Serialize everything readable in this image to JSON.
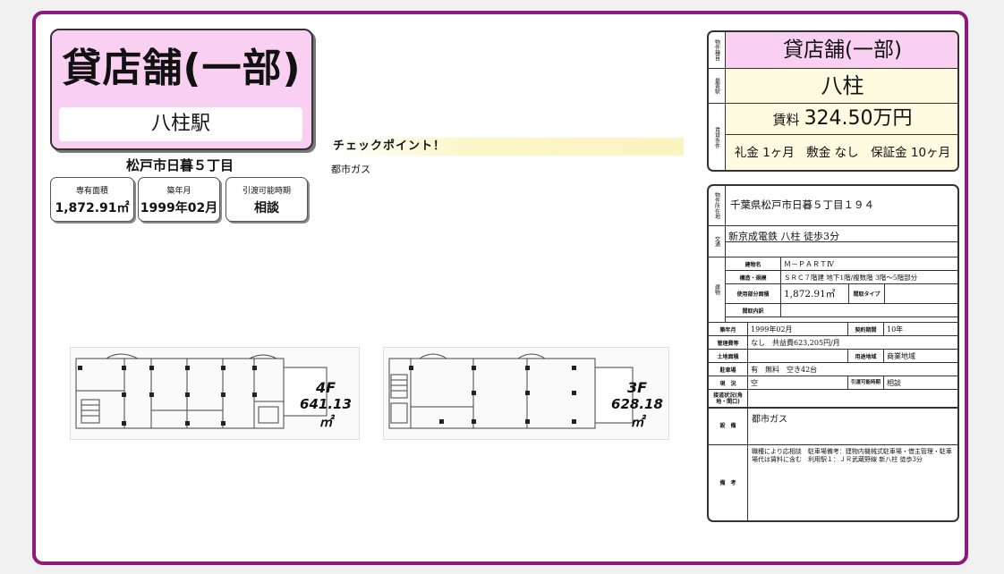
{
  "header": {
    "property_type": "貸店舗(一部)",
    "station": "八柱駅",
    "address": "松戸市日暮５丁目"
  },
  "info_boxes": [
    {
      "label": "専有面積",
      "value": "1,872.91㎡"
    },
    {
      "label": "築年月",
      "value": "1999年02月"
    },
    {
      "label": "引渡可能時期",
      "value": "相談"
    }
  ],
  "checkpoint": {
    "title": "チェックポイント！",
    "text": "都市ガス"
  },
  "floor_plans": [
    {
      "floor": "4F",
      "area": "641.13 ㎡"
    },
    {
      "floor": "3F",
      "area": "628.18 ㎡"
    }
  ],
  "summary": {
    "type_label": "物件種目",
    "type_value": "貸店舗(一部)",
    "station_label": "最寄駅",
    "station_value": "八柱",
    "conditions_label": "賃貸条件",
    "rent_label": "賃料",
    "rent_value": "324.50万円",
    "terms": "礼金 1ヶ月　敷金 なし　保証金 10ヶ月"
  },
  "details": {
    "location_label": "物件所在地",
    "location_value": "千葉県松戸市日暮５丁目１９４",
    "transport_label": "交通",
    "transport_value": "新京成電鉄 八柱 徒歩3分",
    "building_label": "建物",
    "building_name_label": "建物名",
    "building_name_value": "Ｍ－ＰＡＲＴⅣ",
    "structure_label": "構造・規模",
    "structure_value": "ＳＲＣ７階建 地下1階/複数階 3階～5階部分",
    "area_label": "使用部分面積",
    "area_value": "1,872.91㎡",
    "layout_type_label": "間取タイプ",
    "layout_type_value": "",
    "layout_detail_label": "間取内訳",
    "layout_detail_value": "",
    "built_label": "築年月",
    "built_value": "1999年02月",
    "contract_label": "契約期間",
    "contract_value": "10年",
    "mgmt_label": "管理費等",
    "mgmt_value": "なし　共益費623,205円/月",
    "land_label": "土地面積",
    "land_value": "",
    "zoning_label": "用途地域",
    "zoning_value": "商業地域",
    "parking_label": "駐車場",
    "parking_value": "有　無料　空き42台",
    "status_label": "現　況",
    "status_value": "空",
    "handover_label": "引渡可能時期",
    "handover_value": "相談",
    "road_label": "接道状況(角地・間口)",
    "road_value": "",
    "facilities_label": "設　備",
    "facilities_value": "都市ガス",
    "remarks_label": "備　考",
    "remarks_value": "職種により応相談　駐車場備考：建物内機械式駐車場・借主管理・駐車場代は賃料に含む　利用駅１：ＪＲ武蔵野線 新八柱 徒歩3分"
  },
  "colors": {
    "frame": "#8e1a7e",
    "pink": "#f9cff2",
    "cream": "#fffbe0"
  }
}
